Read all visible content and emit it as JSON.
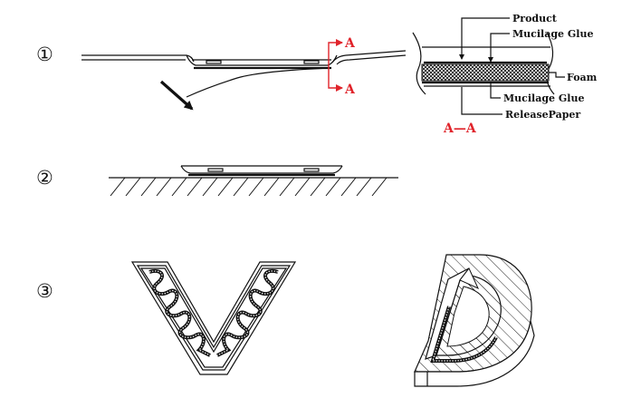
{
  "steps": {
    "one": "①",
    "two": "②",
    "three": "③"
  },
  "section_marks": {
    "top": "A",
    "bottom": "A",
    "caption": "A—A"
  },
  "cross_section_labels": {
    "product": "Product",
    "mucilage_glue_top": "Mucilage Glue",
    "foam": "Foam",
    "mucilage_glue_bottom": "Mucilage Glue",
    "release_paper": "ReleasePaper"
  },
  "colors": {
    "line": "#111111",
    "accent": "#e0242b"
  }
}
